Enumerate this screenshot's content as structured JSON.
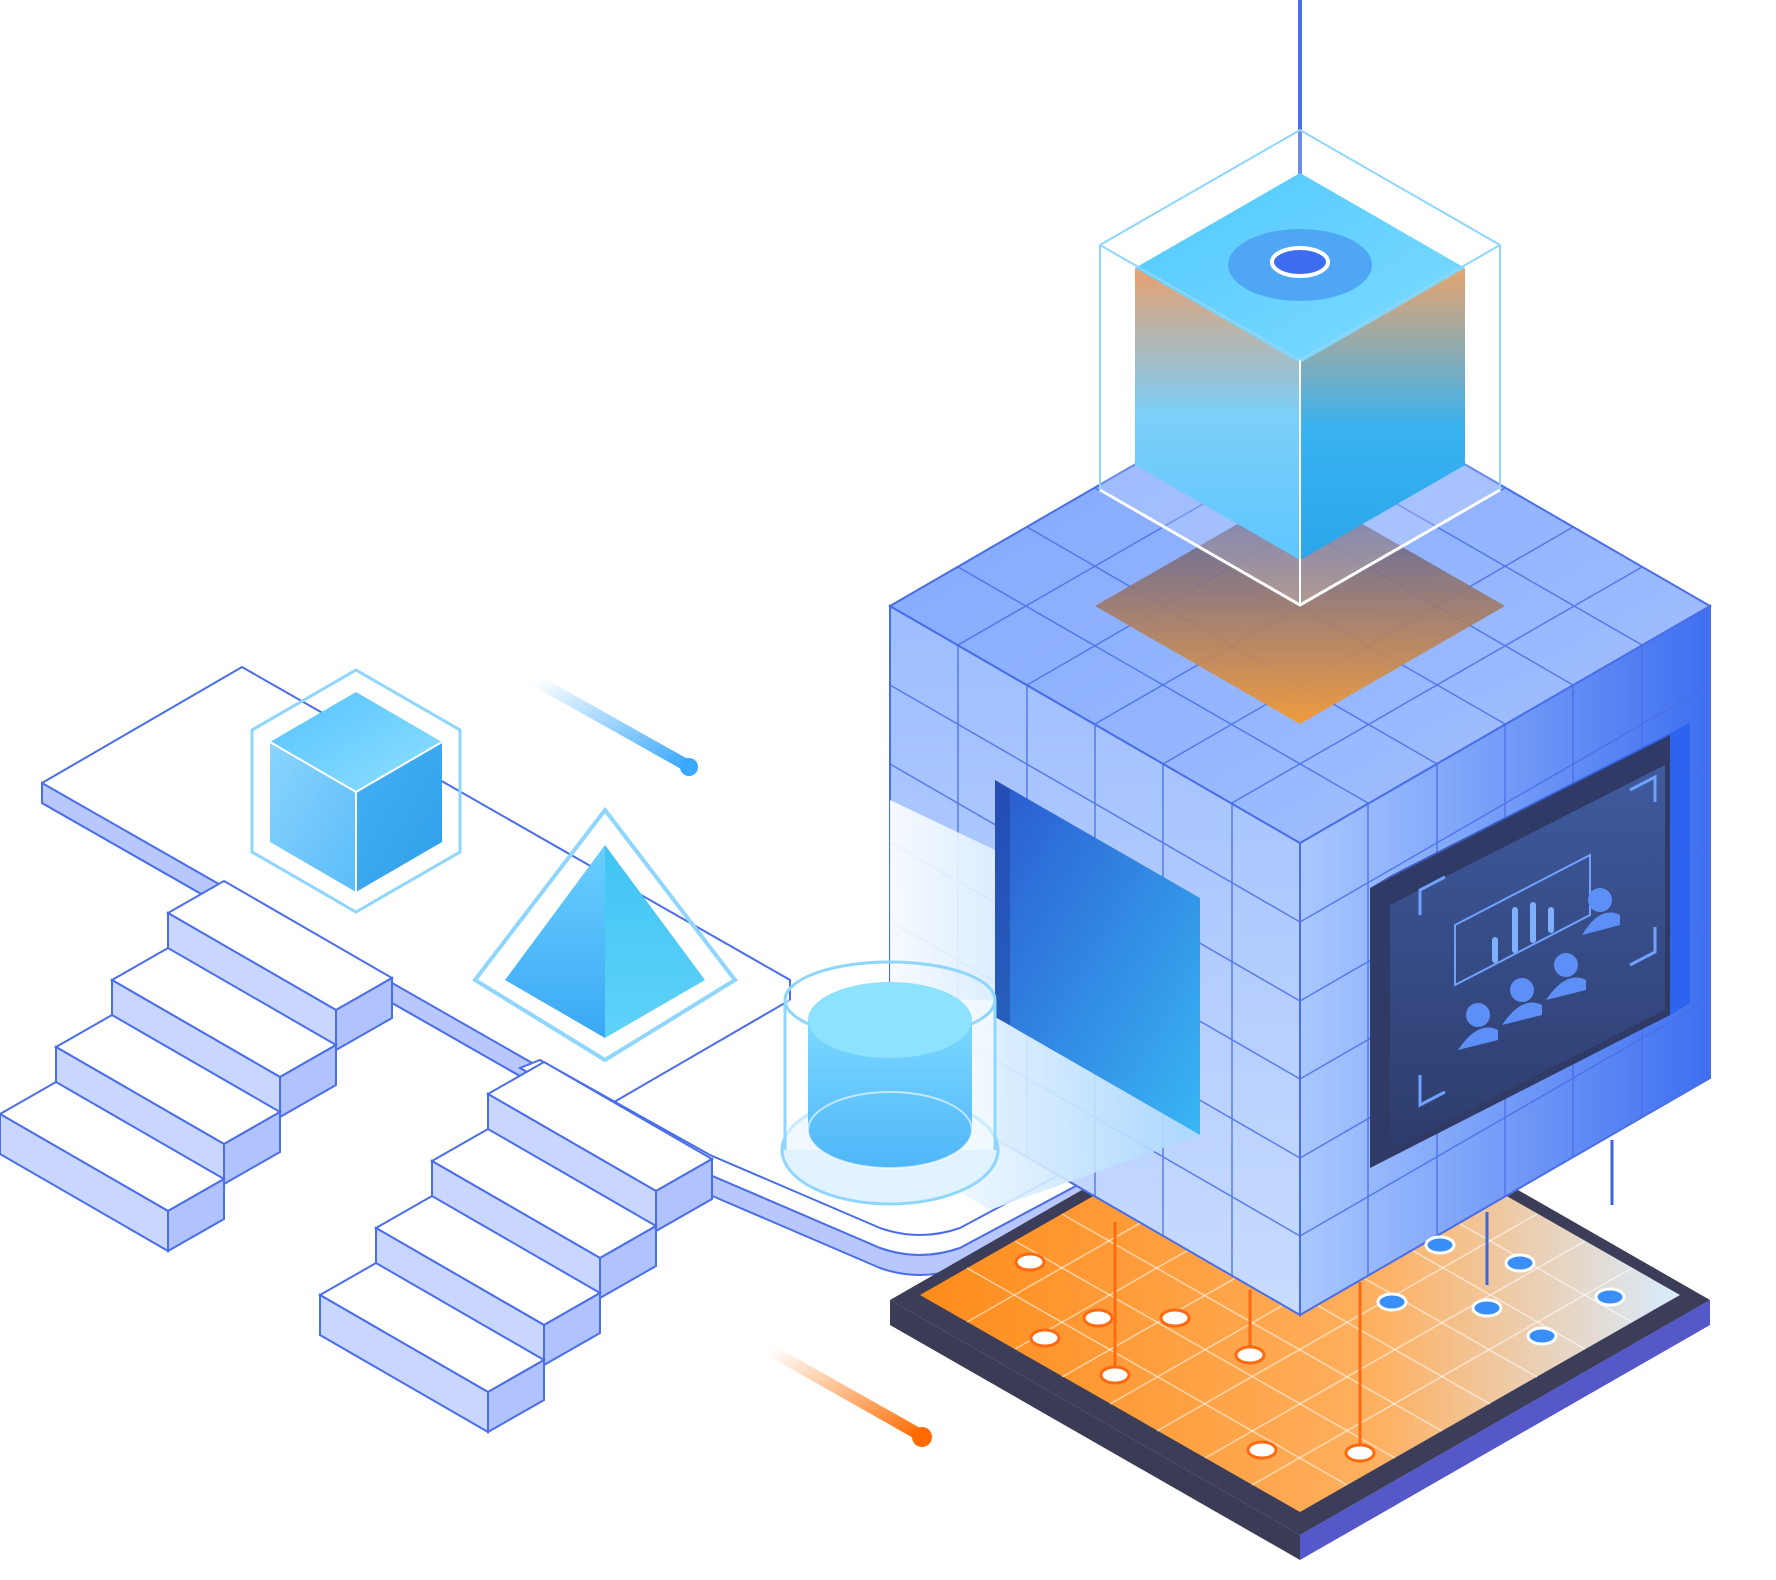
{
  "illustration": {
    "style": "isometric",
    "subject": "data platform",
    "palette": {
      "primary_blue": "#3b66e0",
      "light_blue": "#8cc0ff",
      "cyan": "#3fb8f5",
      "orange": "#ff8a1c",
      "dark_base": "#3a3b55",
      "outline": "#4a6ee8"
    },
    "elements": [
      "platform-with-stairs",
      "cube-object",
      "pyramid-object",
      "cylinder-database",
      "gridded-server-cube",
      "glass-cube-top",
      "monitor-panel",
      "circuit-base",
      "meteor-blue",
      "meteor-orange"
    ]
  }
}
